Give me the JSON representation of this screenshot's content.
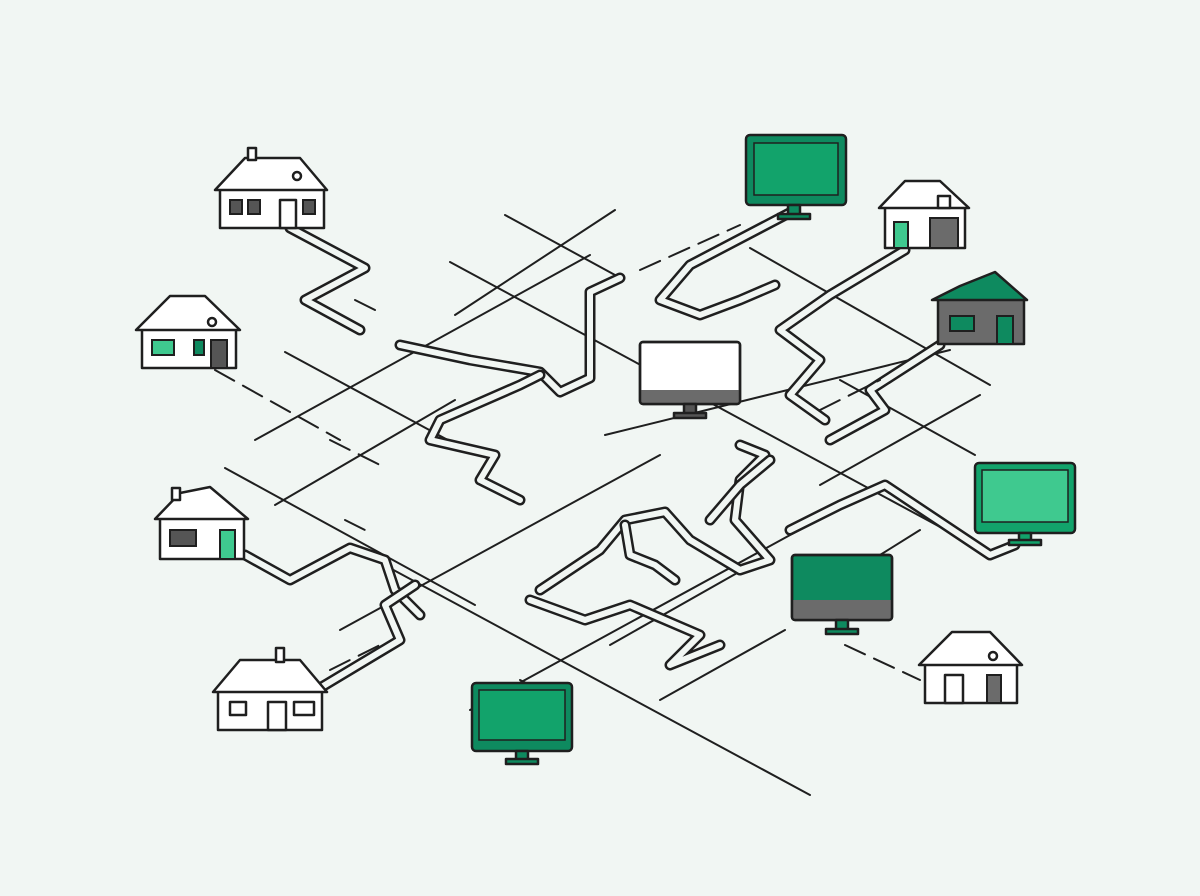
{
  "colors": {
    "background": "#f1f6f3",
    "ink": "#1f1f1f",
    "green_dark": "#0e8a5f",
    "green_mid": "#12a36b",
    "green_light": "#3fc98f",
    "gray": "#6b6b6b",
    "white": "#ffffff"
  },
  "nodes": {
    "houses": [
      {
        "id": "house-top-left",
        "icon": "house-icon",
        "style": "white"
      },
      {
        "id": "house-mid-left",
        "icon": "house-icon",
        "style": "white-with-green-window"
      },
      {
        "id": "house-lower-left",
        "icon": "house-icon",
        "style": "white-with-green-door"
      },
      {
        "id": "house-bottom-left",
        "icon": "house-icon",
        "style": "white"
      },
      {
        "id": "house-top-right",
        "icon": "house-icon",
        "style": "white-with-gray-garage"
      },
      {
        "id": "house-right",
        "icon": "house-icon",
        "style": "gray-with-green-roof"
      },
      {
        "id": "house-bottom-right",
        "icon": "house-icon",
        "style": "white-with-gray-door"
      }
    ],
    "monitors": [
      {
        "id": "monitor-top",
        "icon": "monitor-icon",
        "screen": "green-dark"
      },
      {
        "id": "monitor-center",
        "icon": "monitor-icon",
        "screen": "white"
      },
      {
        "id": "monitor-right",
        "icon": "monitor-icon",
        "screen": "green-light"
      },
      {
        "id": "monitor-lower-right",
        "icon": "monitor-icon",
        "screen": "green-dark-gray-chin"
      },
      {
        "id": "monitor-bottom",
        "icon": "monitor-icon",
        "screen": "green-dark"
      }
    ]
  }
}
